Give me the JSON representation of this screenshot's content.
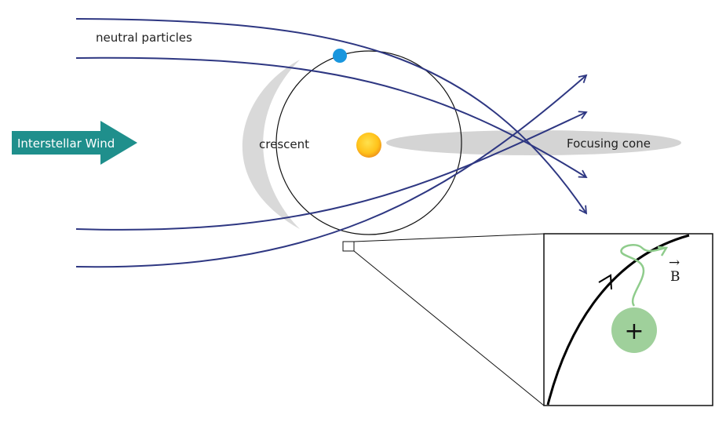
{
  "labels": {
    "neutral_particles": "neutral particles",
    "interstellar_wind": "Interstellar Wind",
    "crescent": "crescent",
    "focusing_cone": "Focusing cone",
    "charge_sign": "+",
    "field_symbol": "B",
    "field_vector_mark": "→"
  },
  "colors": {
    "trajectory": "#2e3782",
    "wind_arrow": "#1f8f8c",
    "sun_core": "#ffcc00",
    "sun_edge": "#f39a1a",
    "planet": "#1996de",
    "crescent": "#d9d9d9",
    "cone": "#d4d4d4",
    "orbit": "#111111",
    "ion": "#9fd09b",
    "gyro_path": "#8fcc8c",
    "field_line": "#000000",
    "inset_frame": "#000000"
  },
  "icons": {
    "wind": "arrow-right-icon",
    "sun": "sun-icon",
    "planet": "planet-dot-icon",
    "ion": "plus-icon"
  }
}
